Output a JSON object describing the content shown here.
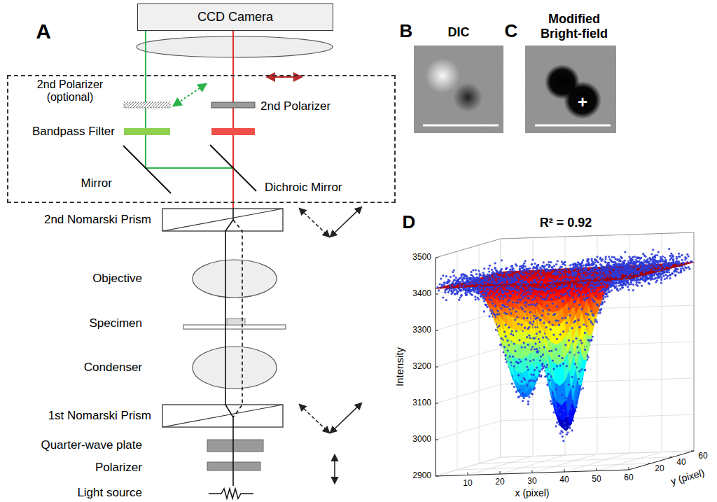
{
  "diagram": {
    "nodes": [
      {
        "text": [
          "CCD Camera"
        ]
      },
      {
        "text": [
          "2nd Polarizer (optional)",
          "2nd Polarizer",
          "Bandpass Filter",
          "Mirror",
          "Dichroic Mirror"
        ]
      }
    ],
    "labels": [
      "A",
      "2nd Nomarski Prism",
      "Objective",
      "Specimen",
      "Condenser",
      "1st Nomarski Prism",
      "Quarter-wave plate",
      "Polarizer",
      "Light source",
      "B",
      "DIC",
      "C",
      "Modified Bright-field",
      "D",
      "R² = 0.92",
      "+",
      "Intensity",
      "x (pixel)",
      "y (pixel)",
      "3500",
      "3400",
      "3300",
      "3200",
      "3100",
      "3000",
      "2900",
      "10",
      "20",
      "30",
      "40",
      "50",
      "60",
      "20",
      "40",
      "60"
    ]
  }
}
